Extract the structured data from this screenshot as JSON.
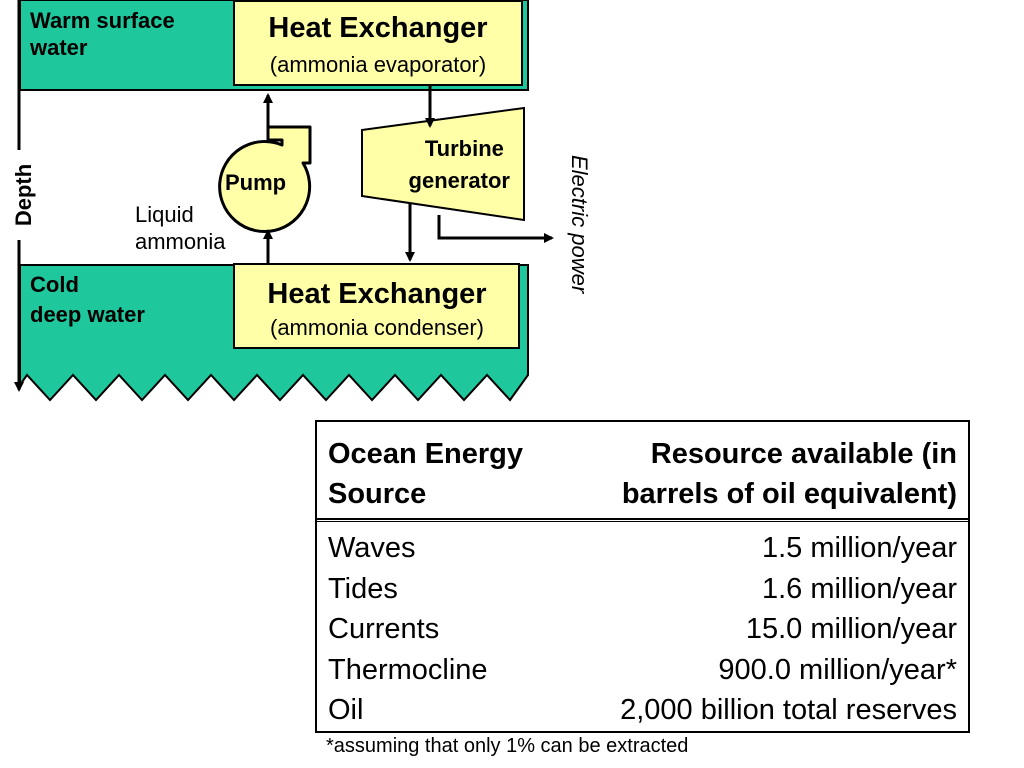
{
  "diagram": {
    "warm_water_label": [
      "Warm surface",
      "water"
    ],
    "cold_water_label": [
      "Cold",
      "deep water"
    ],
    "depth_label": "Depth",
    "heat_exchanger_top": {
      "title": "Heat Exchanger",
      "subtitle": "(ammonia evaporator)"
    },
    "heat_exchanger_bottom": {
      "title": "Heat Exchanger",
      "subtitle": "(ammonia condenser)"
    },
    "pump_label": "Pump",
    "turbine_label": [
      "Turbine",
      "generator"
    ],
    "liquid_ammonia_label": [
      "Liquid",
      "ammonia"
    ],
    "electric_power_label": "Electric power",
    "colors": {
      "water": "#1fc79c",
      "box_fill": "#ffffa8",
      "stroke": "#000000"
    }
  },
  "table": {
    "header_source": [
      "Ocean Energy",
      "Source"
    ],
    "header_resource": [
      "Resource available (in",
      "barrels of oil equivalent)"
    ],
    "rows": [
      {
        "source": "Waves",
        "value": "1.5 million/year"
      },
      {
        "source": "Tides",
        "value": "1.6 million/year"
      },
      {
        "source": "Currents",
        "value": "15.0 million/year"
      },
      {
        "source": "Thermocline",
        "value": "900.0 million/year*"
      },
      {
        "source": "Oil",
        "value": "2,000 billion total reserves"
      }
    ]
  },
  "footnote": "*assuming that only 1% can be extracted"
}
